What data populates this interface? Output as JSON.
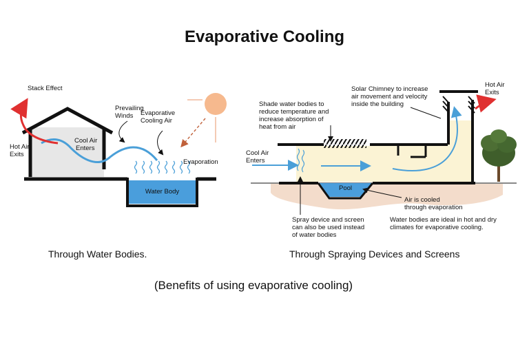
{
  "title": "Evaporative Cooling",
  "left_diagram": {
    "stack_effect": "Stack Effect",
    "hot_air_exits": [
      "Hot Air",
      "Exits"
    ],
    "prevailing_winds": [
      "Prevailing",
      "Winds"
    ],
    "cool_air_enters": [
      "Cool Air",
      "Enters"
    ],
    "evaporative_cooling_air": [
      "Evaporative",
      "Cooling Air"
    ],
    "evaporation": "Evaporation",
    "water_body": "Water Body",
    "caption": "Through Water Bodies."
  },
  "right_diagram": {
    "shade_note": [
      "Shade water bodies to",
      "reduce temperature and",
      "increase absorption of",
      "heat from air"
    ],
    "chimney_note": [
      "Solar Chimney to increase",
      "air movement and velocity",
      "inside the building"
    ],
    "hot_air_exits": [
      "Hot Air",
      "Exits"
    ],
    "cool_air_enters": [
      "Cool Air",
      "Enters"
    ],
    "pool": "Pool",
    "air_cooled": [
      "Air is cooled",
      "through evaporation"
    ],
    "spray_note": [
      "Spray device and screen",
      "can also be used instead",
      "of water bodies"
    ],
    "climate_note": [
      "Water bodies are ideal in hot and dry",
      "climates for evaporative cooling."
    ],
    "caption": "Through Spraying Devices and Screens"
  },
  "subtitle": "(Benefits of using evaporative cooling)",
  "colors": {
    "water": "#4a9edc",
    "cool_air": "#4a9fd8",
    "hot_air": "#e03030",
    "sun": "#f6b98e",
    "ground_tint": "#f3dccb",
    "interior_tint": "#fbf3d4"
  }
}
